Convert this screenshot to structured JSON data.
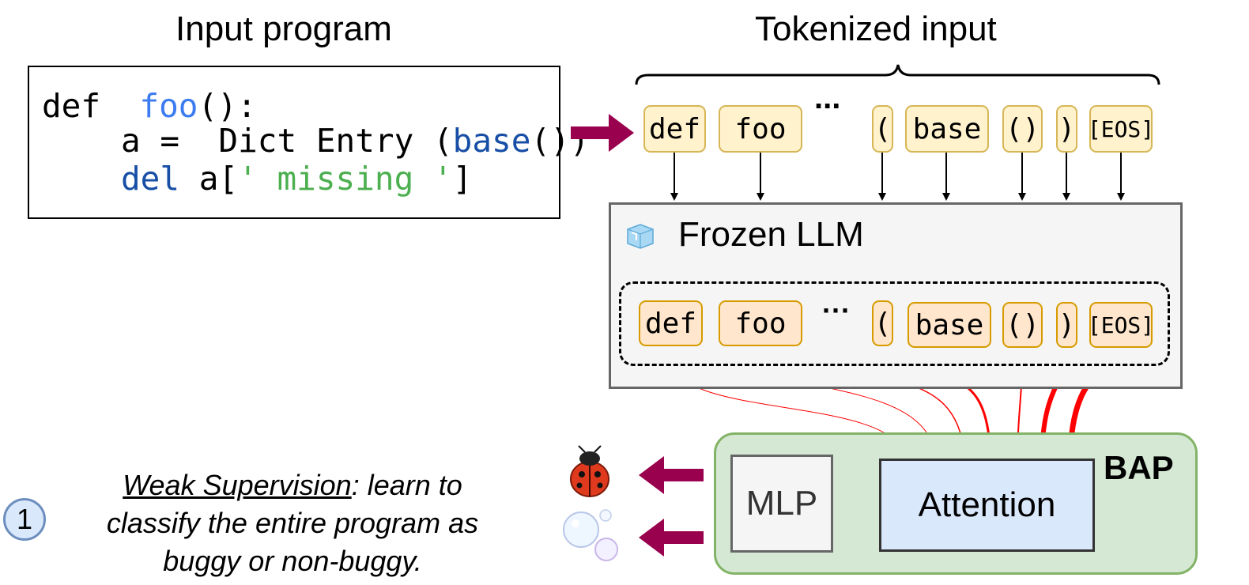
{
  "titles": {
    "input_program": "Input program",
    "tokenized_input": "Tokenized input"
  },
  "code": {
    "line1": {
      "kw": "def",
      "fn": "foo",
      "rest": "():"
    },
    "line2": {
      "pre": "a =  Dict Entry (",
      "call": "base",
      "post": "())"
    },
    "line3": {
      "kw": "del",
      "mid": "a[",
      "str": "' missing '",
      "post": "]"
    }
  },
  "tokens": [
    "def",
    "foo",
    "(",
    "base",
    "()",
    ")",
    "[EOS]"
  ],
  "ellipsis": "...",
  "embedded_ellipsis": "···",
  "frozen_llm": {
    "label": "Frozen LLM",
    "icon": "ice-cube-icon"
  },
  "bap": {
    "label": "BAP",
    "mlp": "MLP",
    "attention": "Attention"
  },
  "outputs": {
    "buggy_icon": "ladybug-icon",
    "non_buggy_icon": "bubbles-icon"
  },
  "step": {
    "number": "1",
    "caption_underlined": "Weak Supervision",
    "caption_rest_line1": ": learn to",
    "caption_line2": "classify the entire program as",
    "caption_line3": "buggy or non-buggy."
  },
  "colors": {
    "token_fill": "#fff2cc",
    "token_border": "#d6b656",
    "embedded_fill": "#ffe6cc",
    "embedded_border": "#d79b00",
    "bap_fill": "#d5e8d4",
    "bap_border": "#82b366",
    "attention_fill": "#dae8fc",
    "big_arrow": "#99004d",
    "attention_arrows": "#ff0000"
  }
}
